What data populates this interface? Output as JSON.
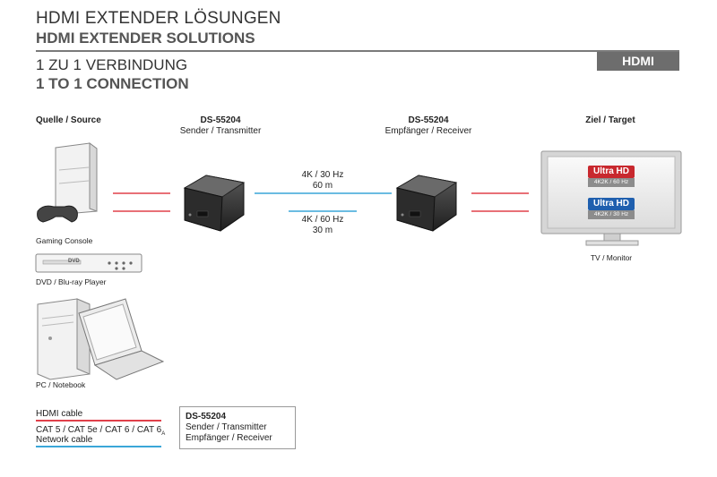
{
  "header": {
    "title_de": "HDMI EXTENDER LÖSUNGEN",
    "title_en": "HDMI EXTENDER SOLUTIONS",
    "badge": "HDMI",
    "subtitle_de": "1 ZU 1 VERBINDUNG",
    "subtitle_en": "1 TO 1 CONNECTION"
  },
  "columns": {
    "source": "Quelle / Source",
    "sender_model": "DS-55204",
    "sender_role": "Sender / Transmitter",
    "receiver_model": "DS-55204",
    "receiver_role": "Empfänger / Receiver",
    "target": "Ziel / Target"
  },
  "sources": {
    "gaming": "Gaming Console",
    "dvd": "DVD / Blu-ray Player",
    "pc": "PC / Notebook"
  },
  "links": {
    "upper_res": "4K / 30 Hz",
    "upper_dist": "60 m",
    "lower_res": "4K / 60 Hz",
    "lower_dist": "30 m"
  },
  "target": {
    "tv_label": "TV / Monitor",
    "badge1_title": "Ultra HD",
    "badge1_sub": "4K2K / 60 Hz",
    "badge2_title": "Ultra HD",
    "badge2_sub": "4K2K / 30 Hz"
  },
  "dvd_logo": "DVD",
  "legend": {
    "hdmi": "HDMI cable",
    "network_line1": "CAT 5 / CAT 5e / CAT 6 / CAT 6",
    "network_sub": "A",
    "network_line2": "Network cable"
  },
  "infobox": {
    "model": "DS-55204",
    "line1": "Sender / Transmitter",
    "line2": "Empfänger / Receiver"
  },
  "colors": {
    "hdmi_line": "#e0404a",
    "network_line": "#3aa6d8",
    "ultra_red": "#c8282e",
    "ultra_blue": "#1f5fae"
  }
}
